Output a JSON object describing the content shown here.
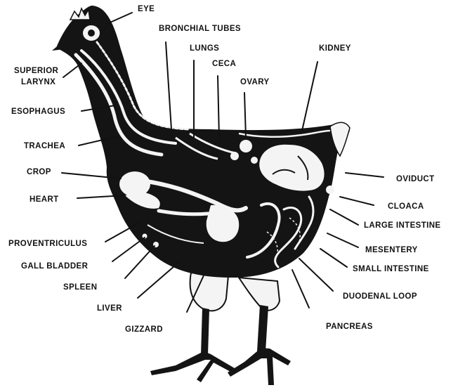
{
  "labels": {
    "eye": "EYE",
    "bronchial_tubes": "BRONCHIAL TUBES",
    "lungs": "LUNGS",
    "ceca": "CECA",
    "ovary": "OVARY",
    "kidney": "KIDNEY",
    "superior_larynx_1": "SUPERIOR",
    "superior_larynx_2": "LARYNX",
    "esophagus": "ESOPHAGUS",
    "trachea": "TRACHEA",
    "crop": "CROP",
    "heart": "HEART",
    "proventriculus": "PROVENTRICULUS",
    "gall_bladder": "GALL BLADDER",
    "spleen": "SPLEEN",
    "liver": "LIVER",
    "gizzard": "GIZZARD",
    "oviduct": "OVIDUCT",
    "cloaca": "CLOACA",
    "large_intestine": "LARGE INTESTINE",
    "mesentery": "MESENTERY",
    "small_intestine": "SMALL INTESTINE",
    "duodenal_loop": "DUODENAL LOOP",
    "pancreas": "PANCREAS"
  }
}
